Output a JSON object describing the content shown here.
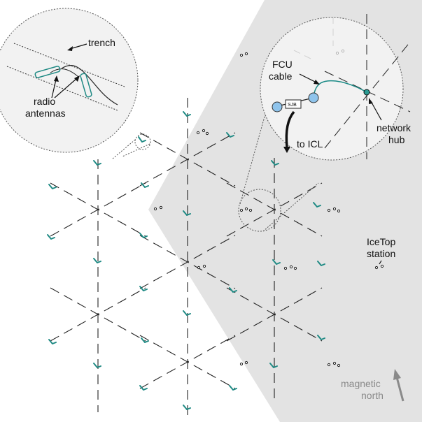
{
  "labels": {
    "trench": "trench",
    "radio_antennas_line1": "radio",
    "radio_antennas_line2": "antennas",
    "fcu_cable_line1": "FCU",
    "fcu_cable_line2": "cable",
    "sjb": "SJB",
    "to_icl": "to ICL",
    "network_hub_line1": "network",
    "network_hub_line2": "hub",
    "icetop_station_line1": "IceTop",
    "icetop_station_line2": "station",
    "magnetic_north_line1": "magnetic",
    "magnetic_north_line2": "north"
  },
  "colors": {
    "antenna_teal": "#1f8a84",
    "cable_teal": "#1a8a86",
    "shaded_region": "#e3e3e3",
    "inset_fill": "#f2f2f2",
    "line_dark": "#222222",
    "north_arrow": "#8a8a8a",
    "hub_node": "#2a9a92",
    "sjb_node": "#8fc4ec"
  },
  "icons": {
    "antenna": "antenna-icon",
    "icetop_station": "icetop-station-icon",
    "network_hub": "network-hub-icon",
    "north_arrow": "north-arrow-icon"
  }
}
